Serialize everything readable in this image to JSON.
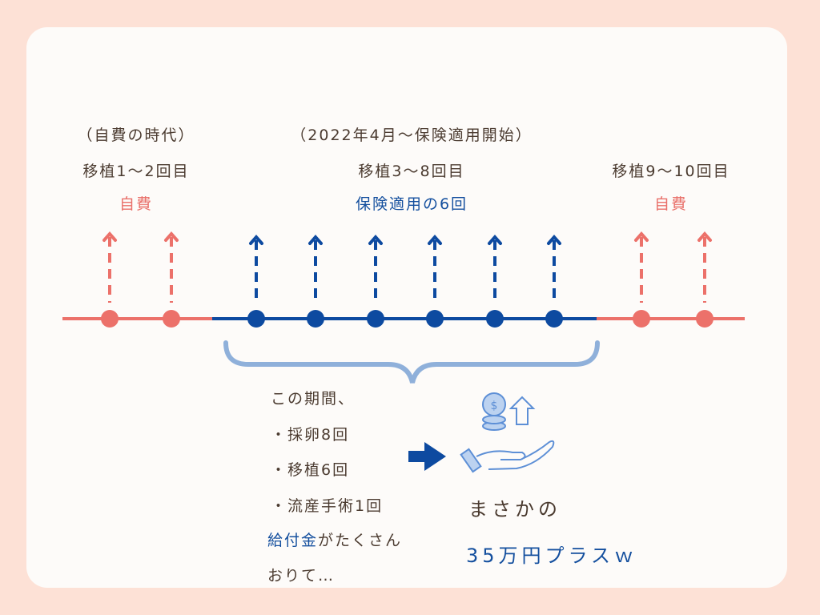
{
  "colors": {
    "pink": "#ec716a",
    "blue": "#0d4aa0",
    "brace": "#8fb0da",
    "text": "#4b3b30",
    "background": "#fde1d6",
    "card": "#fdfbf9"
  },
  "left": {
    "note": "（自費の時代）",
    "label": "移植1〜2回目",
    "cost": "自費",
    "count": 2
  },
  "middle": {
    "note": "（2022年4月〜保険適用開始）",
    "label": "移植3〜8回目",
    "cost": "保険適用の6回",
    "count": 6
  },
  "right": {
    "label": "移植9〜10回目",
    "cost": "自費",
    "count": 2
  },
  "summary": {
    "intro": "この期間、",
    "items": [
      "・採卵8回",
      "・移植6回",
      "・流産手術1回"
    ],
    "benefit_highlight": "給付金",
    "benefit_rest": "がたくさん",
    "ending": "おりて…"
  },
  "result": {
    "line1": "まさかの",
    "line2": "35万円プラスｗ"
  },
  "icons": {
    "arrow": "right-arrow-icon",
    "money": "hand-coins-up-icon"
  }
}
